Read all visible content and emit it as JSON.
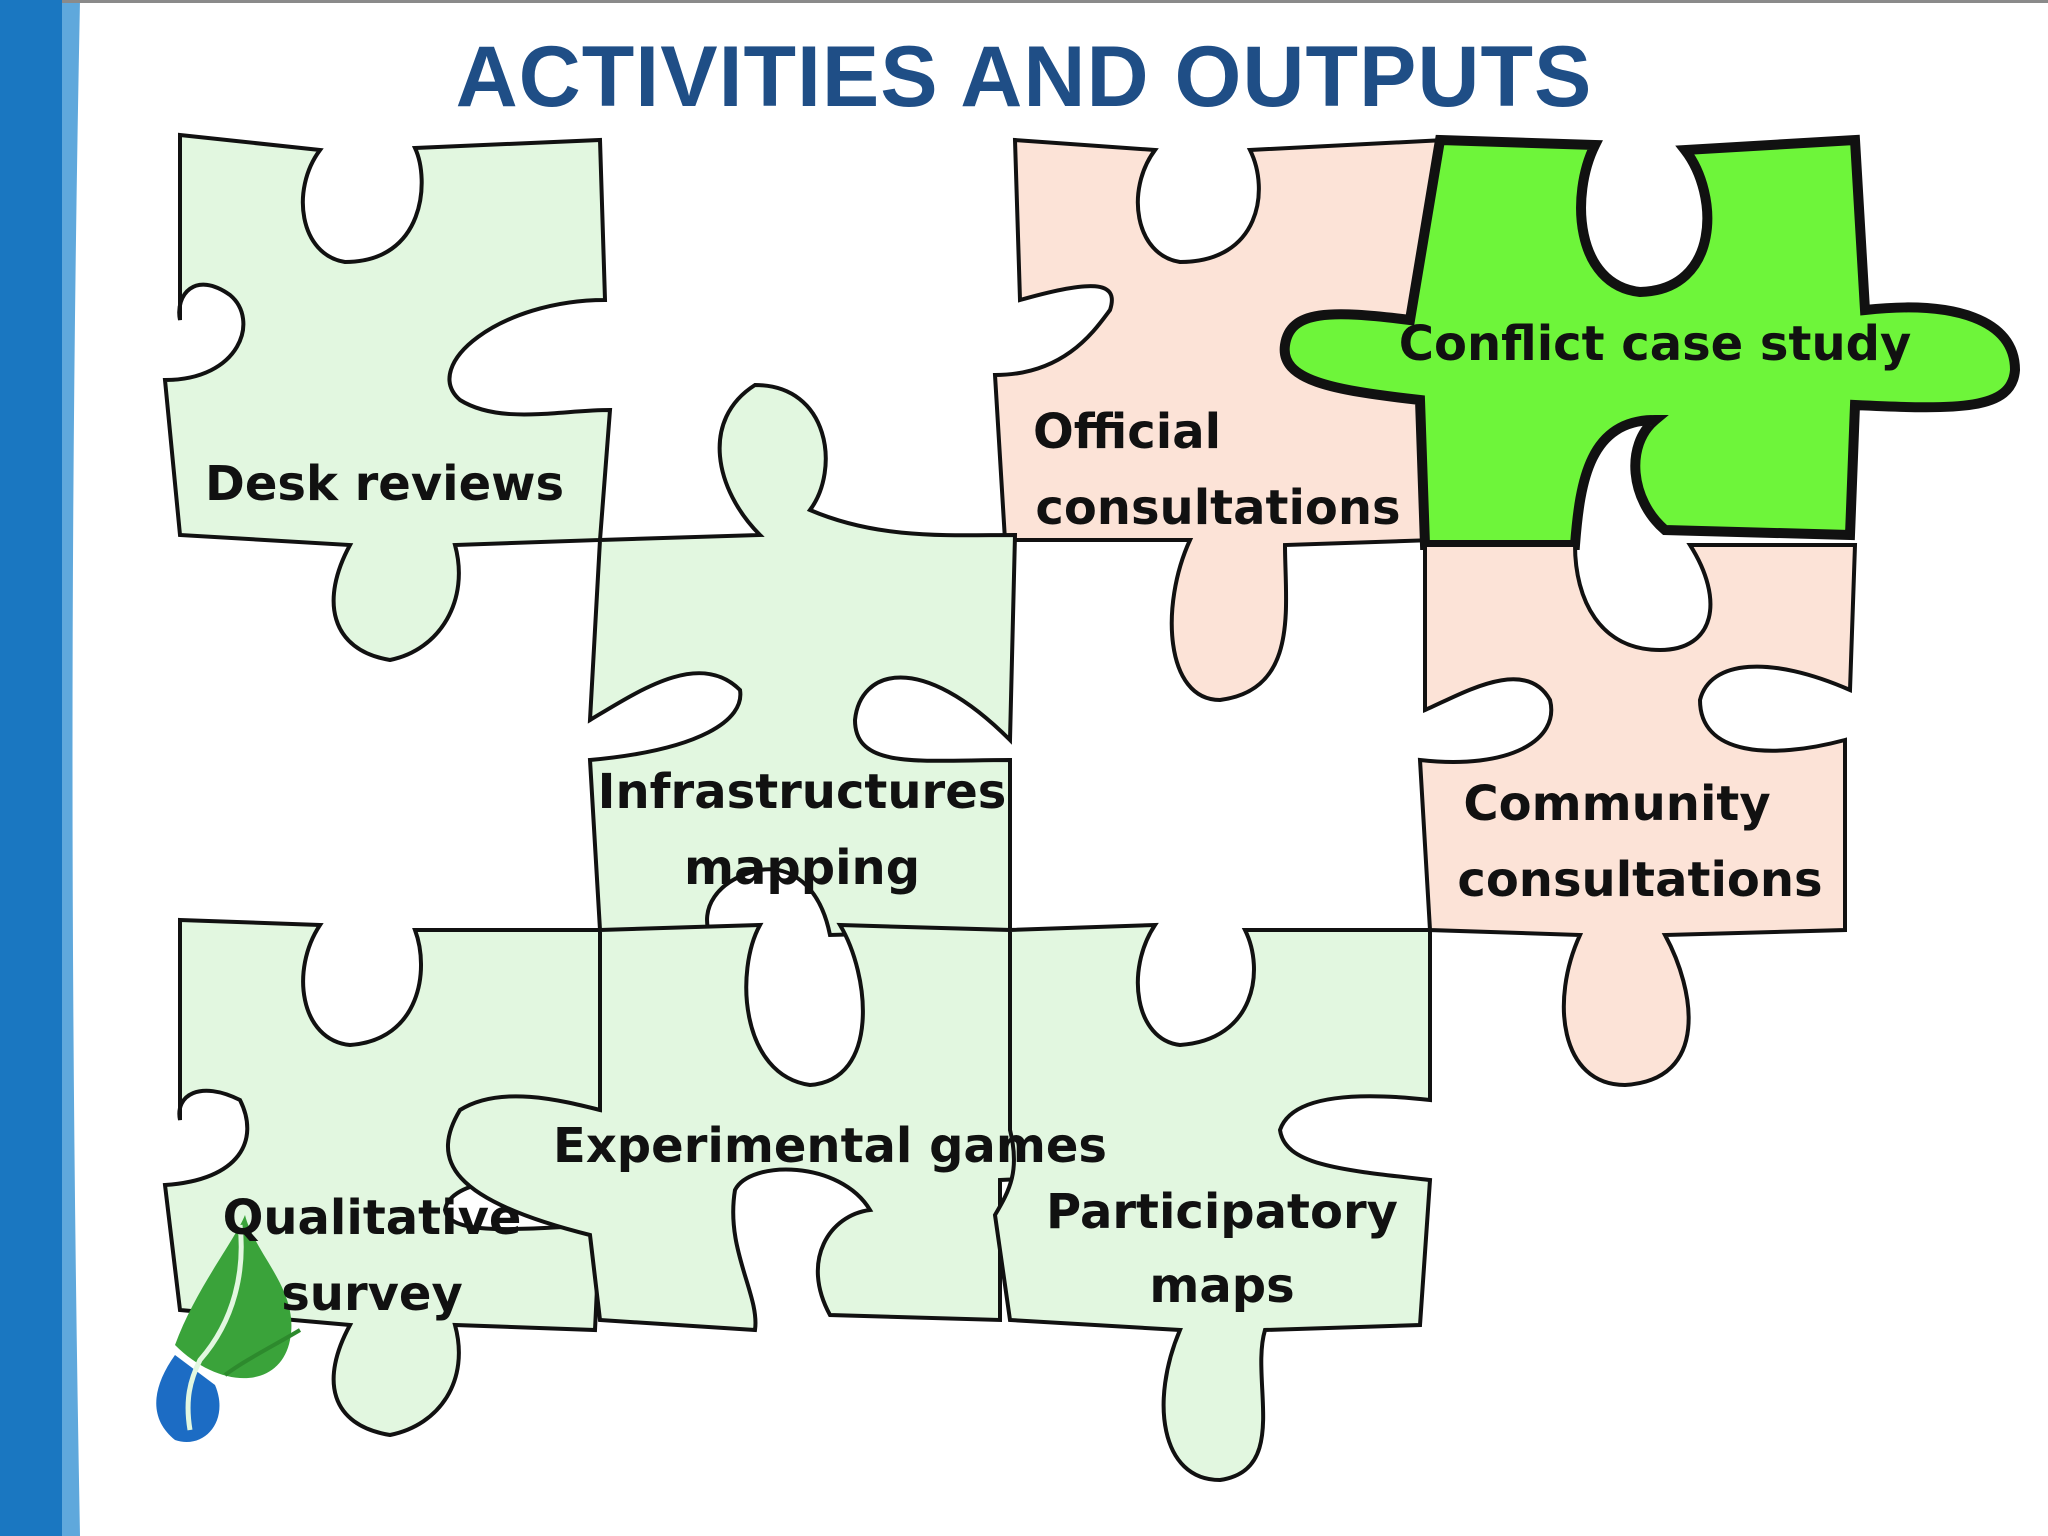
{
  "slide": {
    "title": "ACTIVITIES AND OUTPUTS"
  },
  "pieces": {
    "desk_reviews": "Desk reviews",
    "official_line1": "Official",
    "official_line2": "consultations",
    "conflict_case_study": "Conflict case study",
    "infrastructures_line1": "Infrastructures",
    "infrastructures_line2": "mapping",
    "community_line1": "Community",
    "community_line2": "consultations",
    "experimental_games": "Experimental games",
    "qualitative_line1": "Qualitative",
    "qualitative_line2": "survey",
    "participatory_line1": "Participatory",
    "participatory_line2": "maps"
  },
  "colors": {
    "title": "#1f4e86",
    "green_piece": "#e2f7e0",
    "peach_piece": "#fce3d7",
    "highlight_piece": "#6ef53a",
    "sidebar": "#1a77c1",
    "outline": "#111111"
  },
  "icons": [
    "leaf-drop-logo-icon"
  ]
}
